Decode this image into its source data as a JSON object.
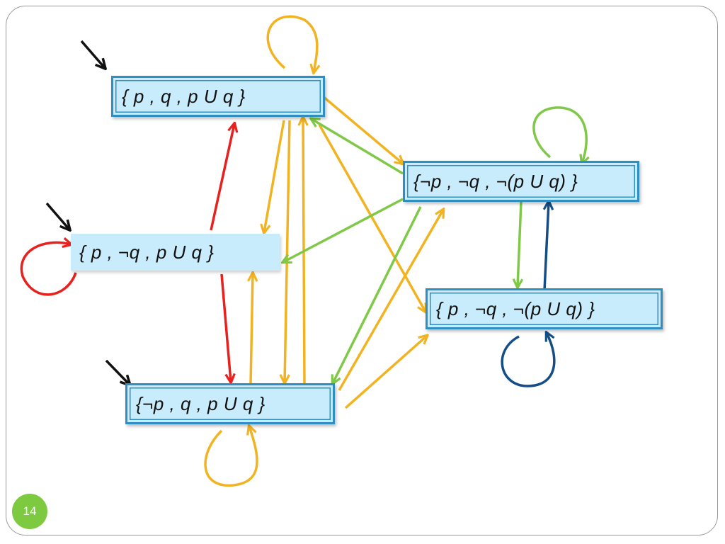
{
  "slide": {
    "page_number": "14"
  },
  "states": {
    "s1": "{ p , q , p U q }",
    "s2": "{¬p , ¬q , ¬(p U q) }",
    "s3": "{ p , ¬q , p U q }",
    "s4": "{ p , ¬q , ¬(p U q) }",
    "s5": "{¬p , q , p U q }"
  },
  "colors": {
    "orange": "#f2b322",
    "green": "#80c847",
    "red": "#e8211e",
    "navy": "#154e86",
    "black": "#111111",
    "node_fill": "#c8ecfb",
    "node_border": "#2f8fc3",
    "page_badge": "#7dc93f"
  },
  "initial_states": [
    "s1",
    "s3",
    "s5"
  ],
  "transitions": [
    {
      "from": "s1",
      "to": "s1",
      "color": "orange"
    },
    {
      "from": "s1",
      "to": "s2",
      "color": "orange"
    },
    {
      "from": "s1",
      "to": "s3",
      "color": "orange"
    },
    {
      "from": "s1",
      "to": "s4",
      "color": "orange"
    },
    {
      "from": "s1",
      "to": "s5",
      "color": "orange"
    },
    {
      "from": "s2",
      "to": "s2",
      "color": "green"
    },
    {
      "from": "s2",
      "to": "s1",
      "color": "green"
    },
    {
      "from": "s2",
      "to": "s3",
      "color": "green"
    },
    {
      "from": "s2",
      "to": "s4",
      "color": "green"
    },
    {
      "from": "s2",
      "to": "s5",
      "color": "green"
    },
    {
      "from": "s3",
      "to": "s3",
      "color": "red"
    },
    {
      "from": "s3",
      "to": "s1",
      "color": "red"
    },
    {
      "from": "s3",
      "to": "s5",
      "color": "red"
    },
    {
      "from": "s4",
      "to": "s4",
      "color": "navy"
    },
    {
      "from": "s4",
      "to": "s2",
      "color": "navy"
    },
    {
      "from": "s5",
      "to": "s5",
      "color": "orange"
    },
    {
      "from": "s5",
      "to": "s1",
      "color": "orange"
    },
    {
      "from": "s5",
      "to": "s3",
      "color": "orange"
    },
    {
      "from": "s5",
      "to": "s2",
      "color": "orange"
    },
    {
      "from": "s5",
      "to": "s4",
      "color": "orange"
    }
  ]
}
